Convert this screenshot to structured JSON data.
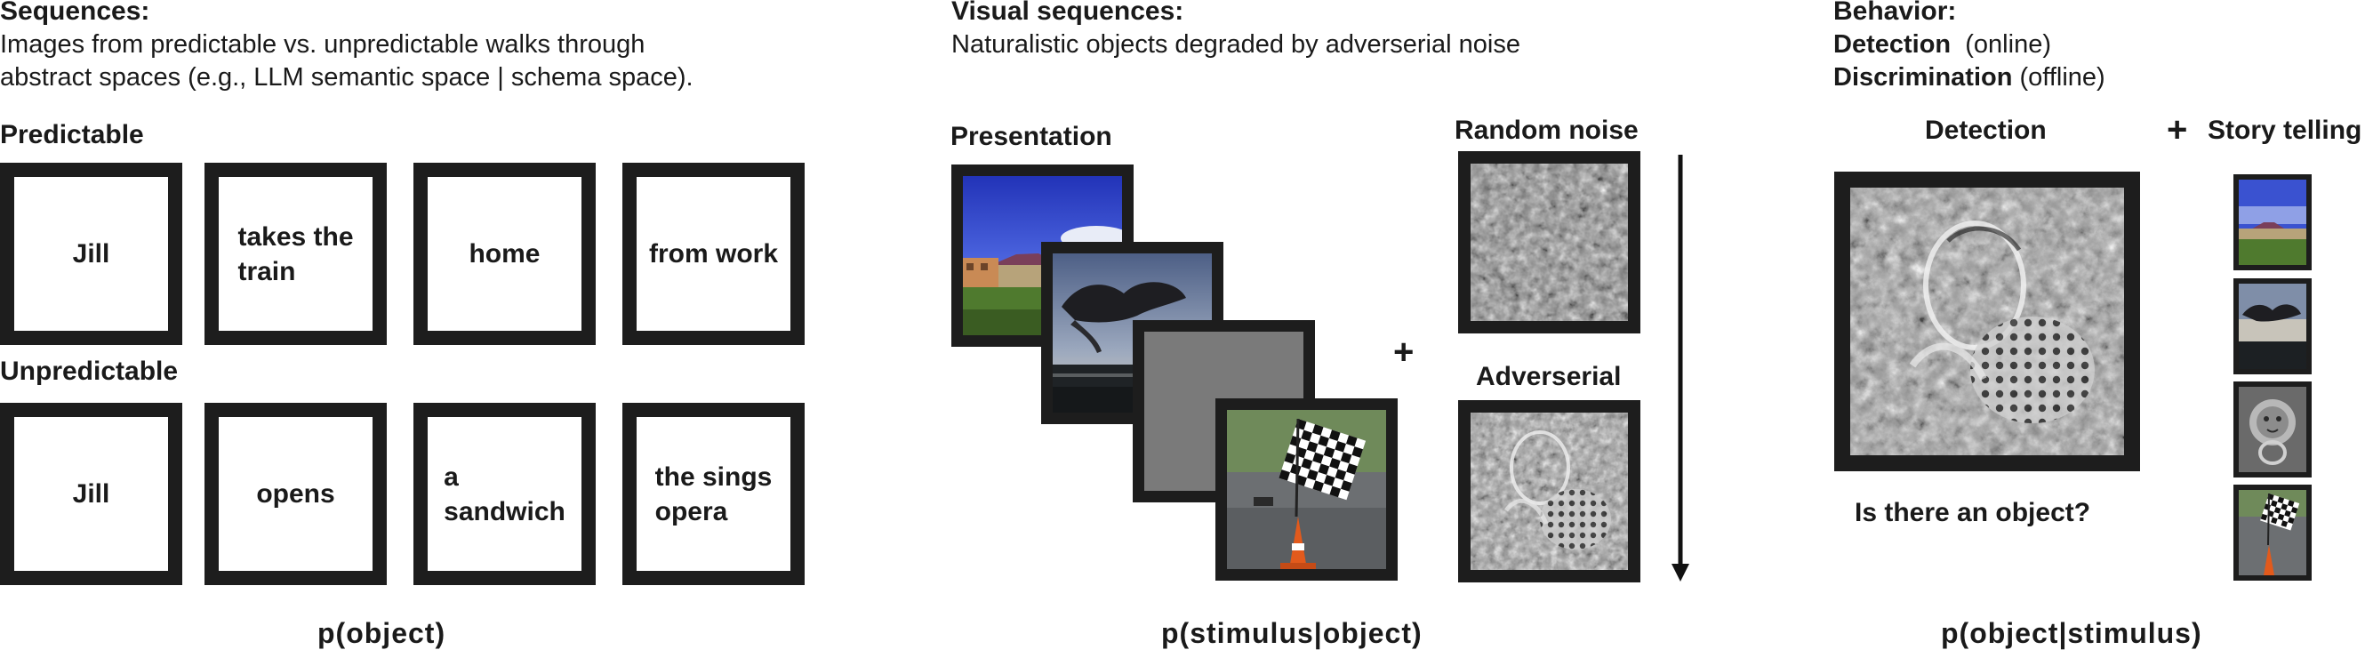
{
  "left": {
    "heading": "Sequences:",
    "desc_line1": "Images from predictable vs. unpredictable walks through",
    "desc_line2": "abstract spaces (e.g., LLM semantic space | schema space).",
    "predictable_label": "Predictable",
    "predictable_words": [
      "Jill",
      "takes the\ntrain",
      "home",
      "from work"
    ],
    "unpredictable_label": "Unpredictable",
    "unpredictable_words": [
      "Jill",
      "opens",
      "a\nsandwich",
      "the sings\nopera"
    ],
    "formula": "p(object)"
  },
  "middle": {
    "heading": "Visual sequences:",
    "desc": "Naturalistic objects degraded by adverserial noise",
    "presentation_label": "Presentation",
    "random_noise_label": "Random noise",
    "adverserial_label": "Adverserial",
    "plus": "+",
    "formula": "p(stimulus|object)",
    "frames": [
      "volcano-landscape",
      "smoke-plume",
      "gray-mask",
      "checkered-flag-cone"
    ]
  },
  "right": {
    "heading": "Behavior:",
    "detection_bold": "Detection",
    "detection_note": "(online)",
    "discrimination_bold": "Discrimination",
    "discrimination_note": "(offline)",
    "detection_label": "Detection",
    "plus": "+",
    "story_label": "Story telling",
    "question": "Is there an object?",
    "formula": "p(object|stimulus)",
    "thumbnails": [
      "volcano-landscape",
      "smoke-plume",
      "lion-knocker",
      "checkered-flag-cone"
    ]
  },
  "colors": {
    "frame": "#1d1d1d",
    "gray_mask": "#7a7a7a",
    "sky": "#3f56d6",
    "volcano": "#7a3f5a"
  }
}
